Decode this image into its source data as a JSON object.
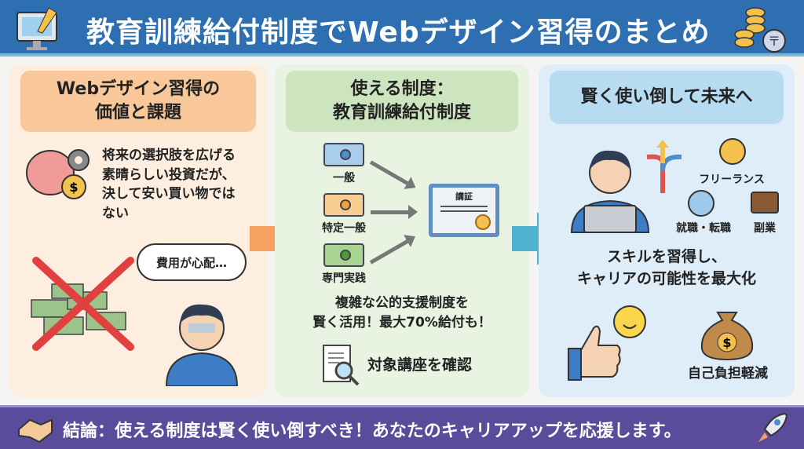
{
  "header": {
    "title": "教育訓練給付制度でWebデザイン習得のまとめ"
  },
  "panel1": {
    "title_line1": "Webデザイン習得の",
    "title_line2": "価値と課題",
    "text_lines": [
      "将来の選択肢を広げる",
      "素晴らしい投資だが、",
      "決して安い買い物では",
      "ない"
    ],
    "bubble": "費用が心配…"
  },
  "panel2": {
    "title_line1": "使える制度：",
    "title_line2": "教育訓練給付制度",
    "types": [
      "一般",
      "特定一般",
      "専門実践"
    ],
    "certificate": "講証",
    "text_line1": "複雑な公的支援制度を",
    "text_line2": "賢く活用！最大70%給付も！",
    "check": "対象講座を確認"
  },
  "panel3": {
    "title": "賢く使い倒して未来へ",
    "careers": [
      "フリーランス",
      "就職・転職",
      "副業"
    ],
    "text_line1": "スキルを習得し、",
    "text_line2": "キャリアの可能性を最大化",
    "burden": "自己負担軽減"
  },
  "footer": {
    "text": "結論：使える制度は賢く使い倒すべき！あなたのキャリアアップを応援します。"
  },
  "colors": {
    "header": "#2d6fb1",
    "footer": "#5a4b9b",
    "orange": "#f6a061",
    "teal": "#4fb3cf"
  }
}
